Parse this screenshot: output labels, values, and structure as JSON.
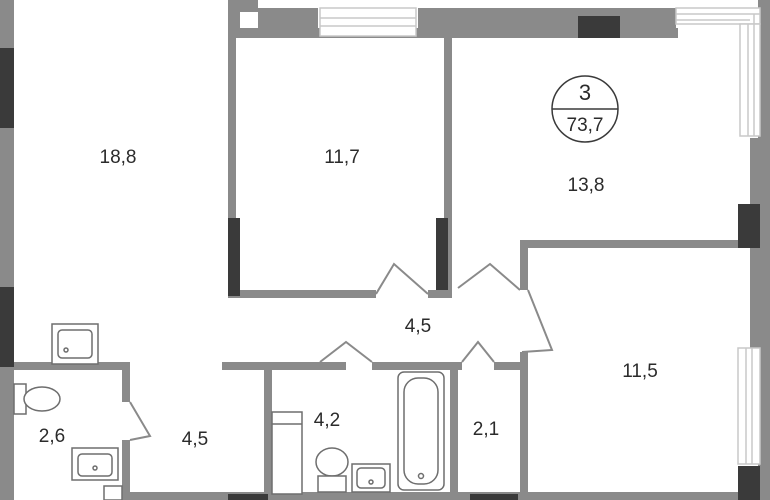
{
  "apartment": {
    "rooms_count": "3",
    "total_area": "73,7"
  },
  "rooms": {
    "living_large": "18,8",
    "bedroom_top": "11,7",
    "bedroom_corner": "13,8",
    "hall_center": "4,5",
    "bedroom_right": "11,5",
    "bathroom_left": "2,6",
    "hall_left": "4,5",
    "bathroom_main": "4,2",
    "wc_small": "2,1"
  },
  "colors": {
    "wall": "#8a8a8a",
    "wall_dark": "#3a3a3a",
    "fixture_stroke": "#6e6e6e",
    "window": "#c8c8c8",
    "text": "#2b2b2b"
  }
}
